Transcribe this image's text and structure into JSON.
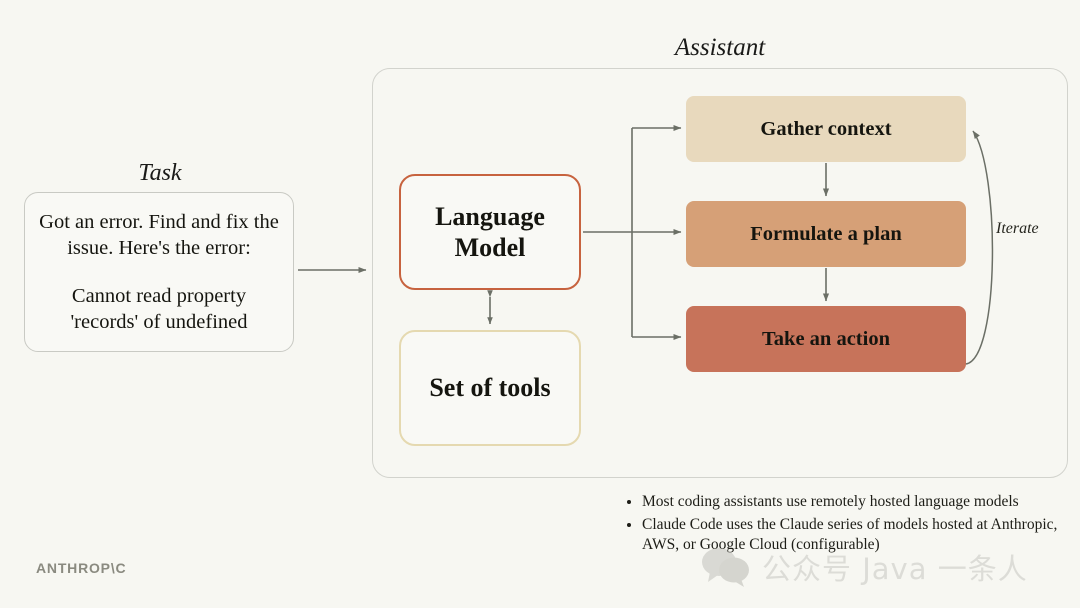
{
  "slide": {
    "background_color": "#f7f7f2",
    "logo_text": "ANTHROP\\C"
  },
  "task": {
    "label": "Task",
    "line1": "Got an error. Find and fix the issue. Here's the error:",
    "line2": "Cannot read property 'records' of undefined"
  },
  "assistant": {
    "label": "Assistant",
    "language_model": "Language Model",
    "set_of_tools": "Set of tools",
    "iterate": "Iterate",
    "stages": [
      {
        "label": "Gather context",
        "color": "#e8d9bd"
      },
      {
        "label": "Formulate a plan",
        "color": "#d6a077"
      },
      {
        "label": "Take an action",
        "color": "#c7735a"
      }
    ]
  },
  "notes": {
    "bullets": [
      "Most coding assistants use remotely hosted language models",
      "Claude Code uses the Claude series of models hosted at Anthropic, AWS, or Google Cloud (configurable)"
    ]
  },
  "watermark": {
    "text": "公众号  Java 一条人"
  }
}
